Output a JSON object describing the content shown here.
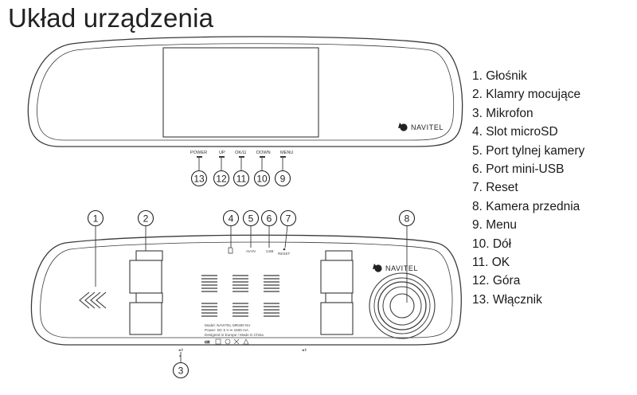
{
  "title": "Układ urządzenia",
  "legend": [
    "1. Głośnik",
    "2. Klamry mocujące",
    "3. Mikrofon",
    "4. Slot microSD",
    "5. Port tylnej kamery",
    "6. Port mini-USB",
    "7. Reset",
    "8. Kamera przednia",
    "9. Menu",
    "10. Dół",
    "11. OK",
    "12. Góra",
    "13. Włącznik"
  ],
  "brand": "NAVITEL",
  "front_buttons": [
    "POWER",
    "UP",
    "OK/⊡",
    "DOWN",
    "MENU"
  ],
  "front_callouts": [
    "13",
    "12",
    "11",
    "10",
    "9"
  ],
  "back_callouts": [
    "1",
    "2",
    "4",
    "5",
    "6",
    "7",
    "8"
  ],
  "bottom_callout": "3",
  "port_labels": [
    "AV-IN",
    "USB",
    "RESET"
  ],
  "label_text": [
    "Model: NAVITEL MR250 NV",
    "Power: DC 5 V ⎓ 1500 mA",
    "Designed in Europe / Made in China"
  ],
  "colors": {
    "stroke": "#3a3a3a",
    "text": "#1a1a1a"
  },
  "icons": [
    "microsd-icon",
    "speaker-chevrons-icon",
    "navitel-logo-icon"
  ]
}
